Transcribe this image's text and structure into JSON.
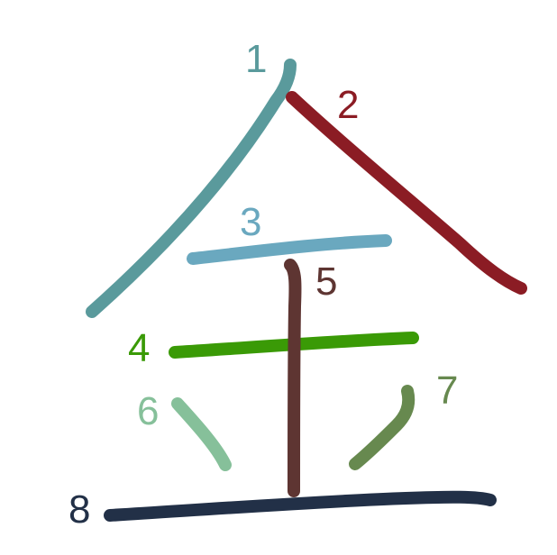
{
  "strokes": [
    {
      "label": "1",
      "color": "#5a9a9c"
    },
    {
      "label": "2",
      "color": "#8b1c24"
    },
    {
      "label": "3",
      "color": "#6aa8bf"
    },
    {
      "label": "4",
      "color": "#3a9a06"
    },
    {
      "label": "5",
      "color": "#5e3532"
    },
    {
      "label": "6",
      "color": "#86c09a"
    },
    {
      "label": "7",
      "color": "#67894f"
    },
    {
      "label": "8",
      "color": "#223047"
    }
  ]
}
